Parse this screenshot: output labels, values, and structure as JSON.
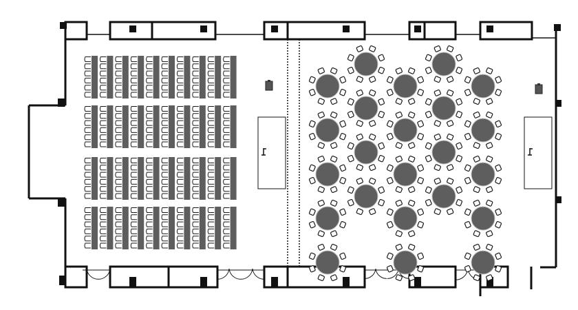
{
  "colors": {
    "wall": "#111111",
    "table": "#5e5e5e",
    "chair_stroke": "#1a1a1a",
    "background": "#ffffff"
  },
  "classroom": {
    "block_rows": 4,
    "columns": 10,
    "chairs_per_table": 6
  },
  "banquet": {
    "offset_columns": [
      5,
      4,
      5,
      4,
      5
    ],
    "column_pattern": [
      "short",
      "long",
      "short",
      "long",
      "short"
    ],
    "chairs_per_table": 8
  },
  "icons": [
    "trash-can-icon",
    "podium-microphone-icon",
    "door-swing-icon"
  ]
}
